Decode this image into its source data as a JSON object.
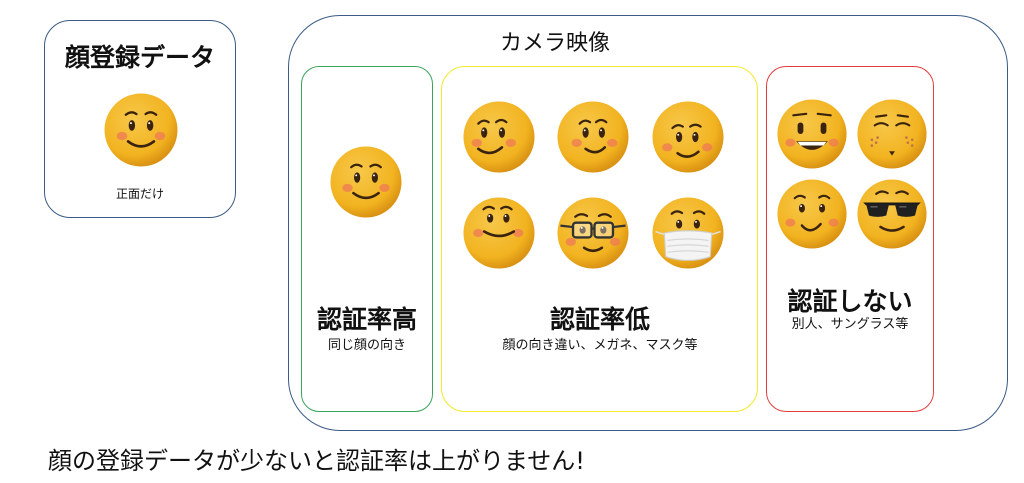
{
  "registered": {
    "title": "顔登録データ",
    "caption": "正面だけ"
  },
  "camera": {
    "title": "カメラ映像"
  },
  "groups": {
    "high": {
      "title": "認証率高",
      "subtitle": "同じ顔の向き"
    },
    "low": {
      "title": "認証率低",
      "subtitle": "顔の向き違い、メガネ、マスク等"
    },
    "none": {
      "title": "認証しない",
      "subtitle": "別人、サングラス等"
    }
  },
  "footer": "顔の登録データが少ないと認証率は上がりません!",
  "colors": {
    "face": "#f2b320",
    "face_dark": "#d48b10",
    "blush": "#ef7a55",
    "border_blue": "#3b5b86",
    "border_green": "#3aa55a",
    "border_yellow": "#f1ea2a",
    "border_red": "#e23c3c"
  },
  "faces": {
    "registered": [
      "smile-front"
    ],
    "high": [
      "smile-front"
    ],
    "low": [
      "smile-turned-left",
      "smile-turned-left-2",
      "smile-tilted",
      "smile-looking-up",
      "glasses",
      "mask"
    ],
    "none": [
      "grin-raised-brows",
      "freckles-squint",
      "cheeky-smile",
      "sunglasses"
    ]
  }
}
